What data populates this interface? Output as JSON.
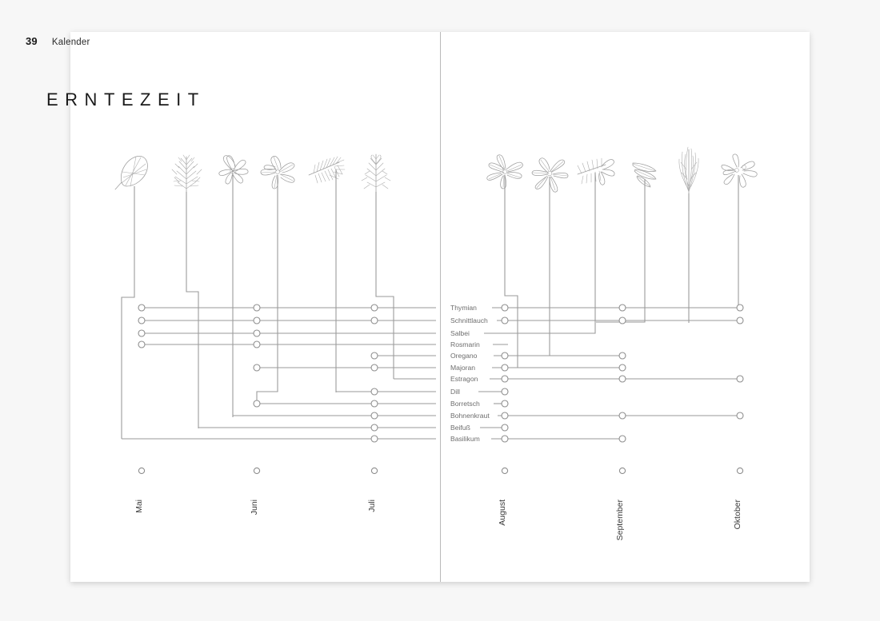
{
  "header": {
    "page_number": "39",
    "section": "Kalender",
    "title": "ERNTEZEIT"
  },
  "chart_data": {
    "type": "table",
    "title": "ERNTEZEIT",
    "xlabel": "",
    "ylabel": "",
    "grid": false,
    "legend": "none",
    "categories": [
      "Mai",
      "Juni",
      "Juli",
      "August",
      "September",
      "Oktober"
    ],
    "rows": [
      {
        "name": "Thymian",
        "months": [
          "Mai",
          "Juni",
          "Juli",
          "August",
          "September",
          "Oktober"
        ]
      },
      {
        "name": "Schnittlauch",
        "months": [
          "Mai",
          "Juni",
          "Juli",
          "August",
          "September",
          "Oktober"
        ]
      },
      {
        "name": "Salbei",
        "months": [
          "Mai",
          "Juni"
        ]
      },
      {
        "name": "Rosmarin",
        "months": [
          "Mai",
          "Juni"
        ]
      },
      {
        "name": "Oregano",
        "months": [
          "Juli",
          "August",
          "September"
        ]
      },
      {
        "name": "Majoran",
        "months": [
          "Juni",
          "Juli",
          "August",
          "September"
        ]
      },
      {
        "name": "Estragon",
        "months": [
          "Juli",
          "August",
          "September",
          "Oktober"
        ]
      },
      {
        "name": "Dill",
        "months": [
          "Juli",
          "August"
        ]
      },
      {
        "name": "Borretsch",
        "months": [
          "Juni",
          "Juli",
          "August"
        ]
      },
      {
        "name": "Bohnenkraut",
        "months": [
          "Juli",
          "August",
          "September",
          "Oktober"
        ]
      },
      {
        "name": "Beifuß",
        "months": [
          "Juli",
          "August"
        ]
      },
      {
        "name": "Basilikum",
        "months": [
          "Juli",
          "August",
          "September"
        ]
      }
    ],
    "month_axis_labels": [
      "Mai",
      "Juni",
      "Juli",
      "August",
      "September",
      "Oktober"
    ],
    "illustrations_left": [
      "leaf-sage",
      "mugwort-sprig",
      "flower-star",
      "basil-sprig",
      "dill-fennel-frond",
      "rosemary-sprig"
    ],
    "illustrations_right": [
      "borage-flower",
      "oregano-leaves",
      "marjoram-spray",
      "tarragon-leaves",
      "chive-tuft",
      "thyme-blossom"
    ],
    "colors": {
      "line": "#9a9a9a",
      "node_fill": "#ffffff",
      "node_stroke": "#8e8e8e",
      "label": "#6d6d6d",
      "title": "#1a1a1a",
      "page": "#ffffff",
      "spine": "#b9b9b9"
    }
  }
}
